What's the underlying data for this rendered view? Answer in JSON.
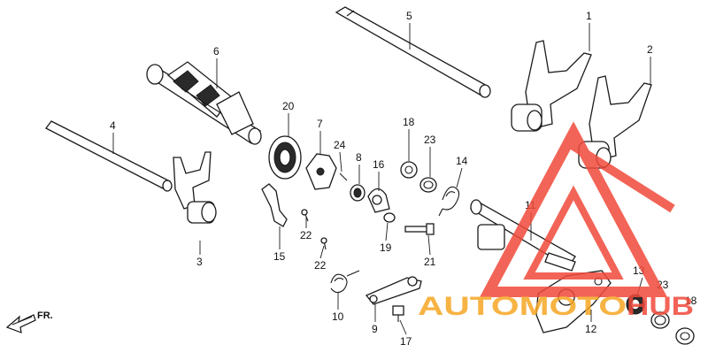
{
  "diagram": {
    "callouts": [
      {
        "id": "1",
        "text": "1"
      },
      {
        "id": "2",
        "text": "2"
      },
      {
        "id": "3",
        "text": "3"
      },
      {
        "id": "4",
        "text": "4"
      },
      {
        "id": "5",
        "text": "5"
      },
      {
        "id": "6",
        "text": "6"
      },
      {
        "id": "7",
        "text": "7"
      },
      {
        "id": "8",
        "text": "8"
      },
      {
        "id": "9",
        "text": "9"
      },
      {
        "id": "10",
        "text": "10"
      },
      {
        "id": "11",
        "text": "11"
      },
      {
        "id": "12",
        "text": "12"
      },
      {
        "id": "13",
        "text": "13"
      },
      {
        "id": "14",
        "text": "14"
      },
      {
        "id": "15",
        "text": "15"
      },
      {
        "id": "16",
        "text": "16"
      },
      {
        "id": "17",
        "text": "17"
      },
      {
        "id": "18a",
        "text": "18"
      },
      {
        "id": "18b",
        "text": "18"
      },
      {
        "id": "19",
        "text": "19"
      },
      {
        "id": "20",
        "text": "20"
      },
      {
        "id": "21",
        "text": "21"
      },
      {
        "id": "22a",
        "text": "22"
      },
      {
        "id": "22b",
        "text": "22"
      },
      {
        "id": "23a",
        "text": "23"
      },
      {
        "id": "23b",
        "text": "23"
      },
      {
        "id": "24",
        "text": "24"
      }
    ],
    "direction_label": "FR.",
    "watermark": {
      "text_part1": "AUTOMOTO",
      "text_part2": "HUB",
      "color_primary": "#f04a3a",
      "color_secondary": "#f6a623"
    }
  }
}
